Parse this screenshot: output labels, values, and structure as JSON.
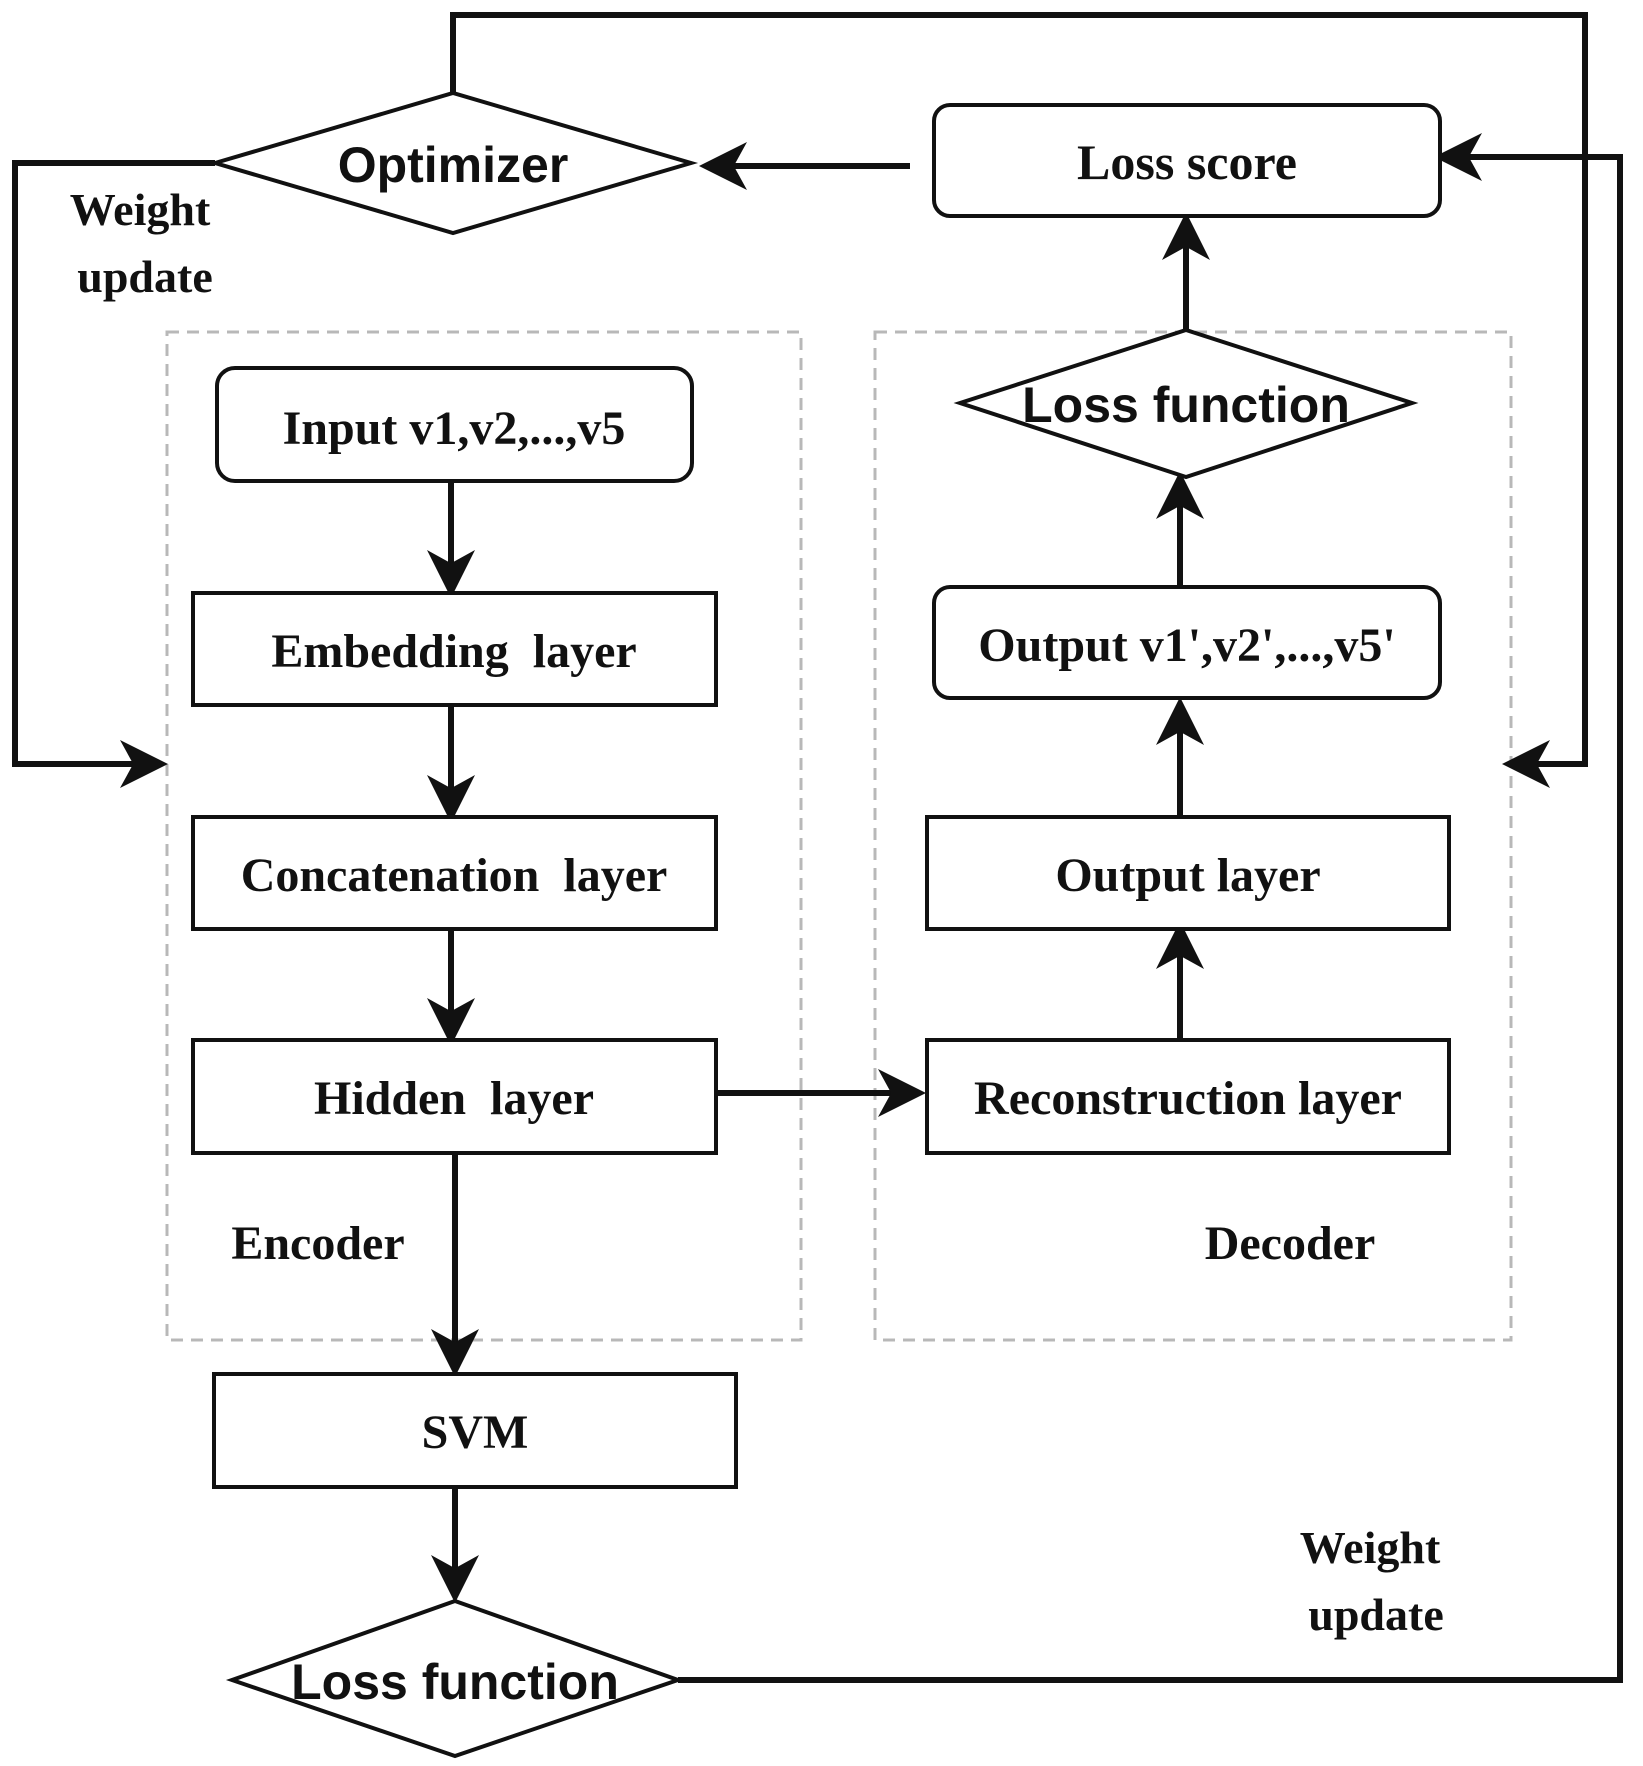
{
  "diagram": {
    "optimizer": "Optimizer",
    "loss_score": "Loss score",
    "weight_update_left": [
      "Weight",
      "update"
    ],
    "weight_update_right": [
      "Weight",
      "update"
    ],
    "encoder": {
      "label": "Encoder",
      "input": "Input v1,v2,...,v5",
      "embedding": "Embedding  layer",
      "concatenation": "Concatenation  layer",
      "hidden": "Hidden  layer"
    },
    "decoder": {
      "label": "Decoder",
      "loss_function": "Loss function",
      "output_values": "Output v1',v2',...,v5'",
      "output_layer": "Output layer",
      "reconstruction": "Reconstruction layer"
    },
    "svm": "SVM",
    "svm_loss_function": "Loss function",
    "colors": {
      "stroke": "#111111",
      "region_border": "#b8b8b8",
      "background": "#ffffff"
    }
  }
}
